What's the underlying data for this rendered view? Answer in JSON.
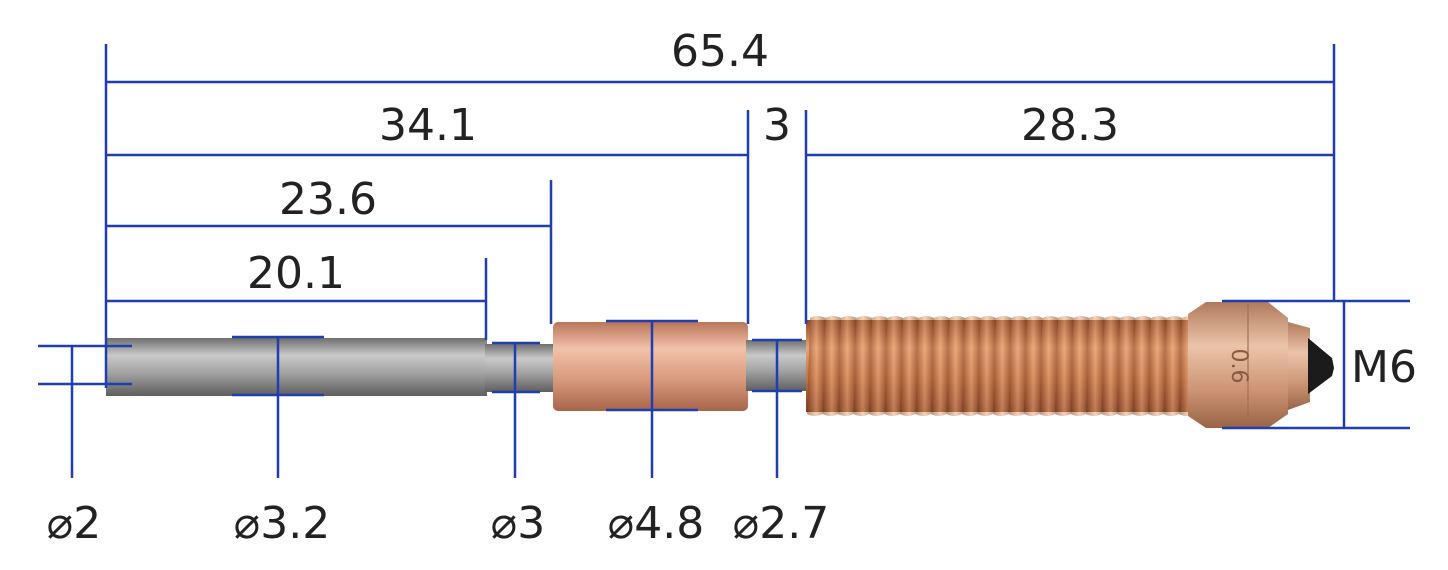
{
  "colors": {
    "dimension_line": "#1f3fb0",
    "steel": "#9d9d9d",
    "copper": "#c57a4c",
    "sleeve": "#d79b80",
    "brass": "#cf9a78",
    "tip": "#1a1a1a"
  },
  "dimensions": {
    "overall_length": "65.4",
    "length_34": "34.1",
    "gap": "3",
    "thread_length": "28.3",
    "length_23": "23.6",
    "length_20": "20.1"
  },
  "diameters": {
    "d_inner": "⌀2",
    "d_tube": "⌀3.2",
    "d_neck": "⌀3",
    "d_sleeve": "⌀4.8",
    "d_neck2": "⌀2.7"
  },
  "thread_label": "M6",
  "nozzle_marking": "0.6"
}
